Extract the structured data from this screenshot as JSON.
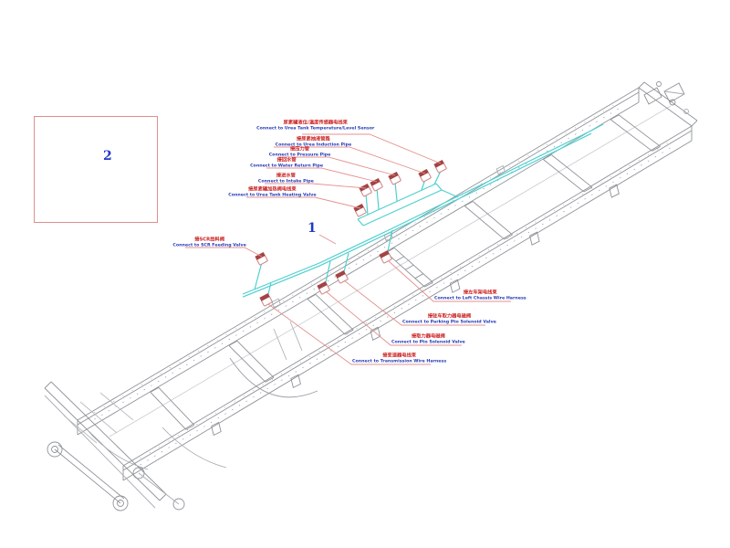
{
  "figure": {
    "callout_main_harness": "1",
    "callout_clamp": "2"
  },
  "labels": {
    "left": [
      {
        "cn": "尿素罐液位/温度传感器电线束",
        "en": "Connect to Urea Tank Temperature/Level Sensor"
      },
      {
        "cn": "接尿素抽液管路",
        "en": "Connect to Urea Induction Pipe"
      },
      {
        "cn": "接压力管",
        "en": "Connect to Pressure Pipe"
      },
      {
        "cn": "接回水管",
        "en": "Connect to Water Return Pipe"
      },
      {
        "cn": "接进水管",
        "en": "Connect to Intake Pipe"
      },
      {
        "cn": "接尿素罐加热阀电线束",
        "en": "Connect to Urea Tank Heating Valve"
      },
      {
        "cn": "接SCR给料阀",
        "en": "Connect to SCR Feeding Valve"
      }
    ],
    "right": [
      {
        "cn": "接左车架电线束",
        "en": "Connect to Left Chassis Wire Harness"
      },
      {
        "cn": "接驻车取力器电磁阀",
        "en": "Connect to Parking Pto Solenoid Valve"
      },
      {
        "cn": "接取力器电磁阀",
        "en": "Connect to Pto Solenoid Valve"
      },
      {
        "cn": "接变速器电线束",
        "en": "Connect to Transmission Wire Harness"
      }
    ]
  },
  "colors": {
    "chassis_line": "#8f9398",
    "harness": "#4fd0d0",
    "leader": "#e59090",
    "label_cn": "#cc2020",
    "label_en": "#2238b8",
    "callout_number": "#2238c8",
    "detail_box_border": "#dd8f8f",
    "connector_cap": "#a34444",
    "connector_outline": "#cf8080"
  }
}
